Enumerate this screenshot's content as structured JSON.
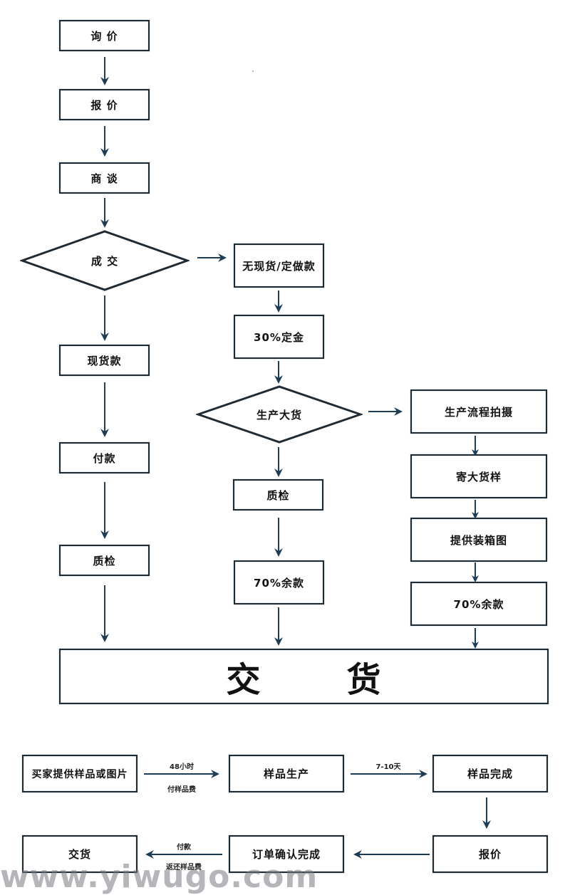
{
  "main_flow": {
    "inquiry": "询 价",
    "quote": "报 价",
    "negotiation": "商 谈",
    "deal_decision": "成 交",
    "no_stock_custom": "无现货/定做款",
    "deposit_30": "30%定金",
    "spot_goods": "现货款",
    "payment": "付款",
    "qc_left": "质检",
    "mass_production_decision": "生产大货",
    "qc_center": "质检",
    "balance_70_center": "70%余款",
    "production_photos": "生产流程拍摄",
    "send_bulk_sample": "寄大货样",
    "packing_diagram": "提供装箱图",
    "balance_70_right": "70%余款",
    "delivery_left": "交",
    "delivery_right": "货"
  },
  "sample_flow": {
    "buyer_provides": "买家提供样品或图片",
    "sample_production": "样品生产",
    "sample_done": "样品完成",
    "quote": "报价",
    "order_confirmed": "订单确认完成",
    "delivery": "交货",
    "edge1_top": "48小时",
    "edge1_bottom": "付样品费",
    "edge2_top": "7-10天",
    "edge5_top": "付款",
    "edge5_bottom": "返还样品费"
  },
  "watermark": "www.yiwugo.com",
  "colors": {
    "border": "#1f2a33",
    "arrow": "#1d3d57",
    "glow": "#6fa0b8"
  }
}
